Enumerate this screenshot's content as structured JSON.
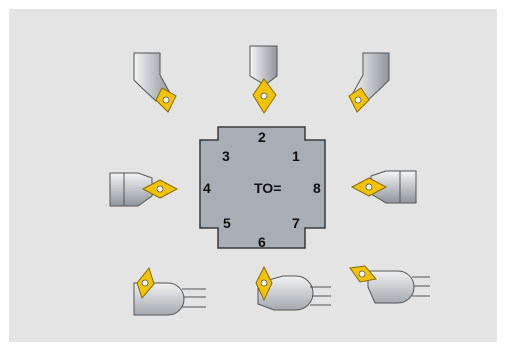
{
  "center_label": "TO=",
  "positions": [
    "1",
    "2",
    "3",
    "4",
    "5",
    "6",
    "7",
    "8"
  ],
  "colors": {
    "panel_bg": "#e4e4e4",
    "body_fill": "#a8aeb5",
    "body_stroke": "#3a3a3a",
    "insert_fill": "#f4c300",
    "insert_stroke": "#8a6a00",
    "shank_dark": "#9aa0a6",
    "shank_light": "#f0f0f0"
  },
  "tools": [
    {
      "name": "tool-top-left",
      "icon": "turning-tool-icon"
    },
    {
      "name": "tool-top",
      "icon": "turning-tool-icon"
    },
    {
      "name": "tool-top-right",
      "icon": "turning-tool-icon"
    },
    {
      "name": "tool-left",
      "icon": "turning-tool-icon"
    },
    {
      "name": "tool-right",
      "icon": "turning-tool-icon"
    },
    {
      "name": "tool-bottom-left",
      "icon": "boring-bar-icon"
    },
    {
      "name": "tool-bottom",
      "icon": "boring-bar-icon"
    },
    {
      "name": "tool-bottom-right",
      "icon": "boring-bar-icon"
    }
  ]
}
